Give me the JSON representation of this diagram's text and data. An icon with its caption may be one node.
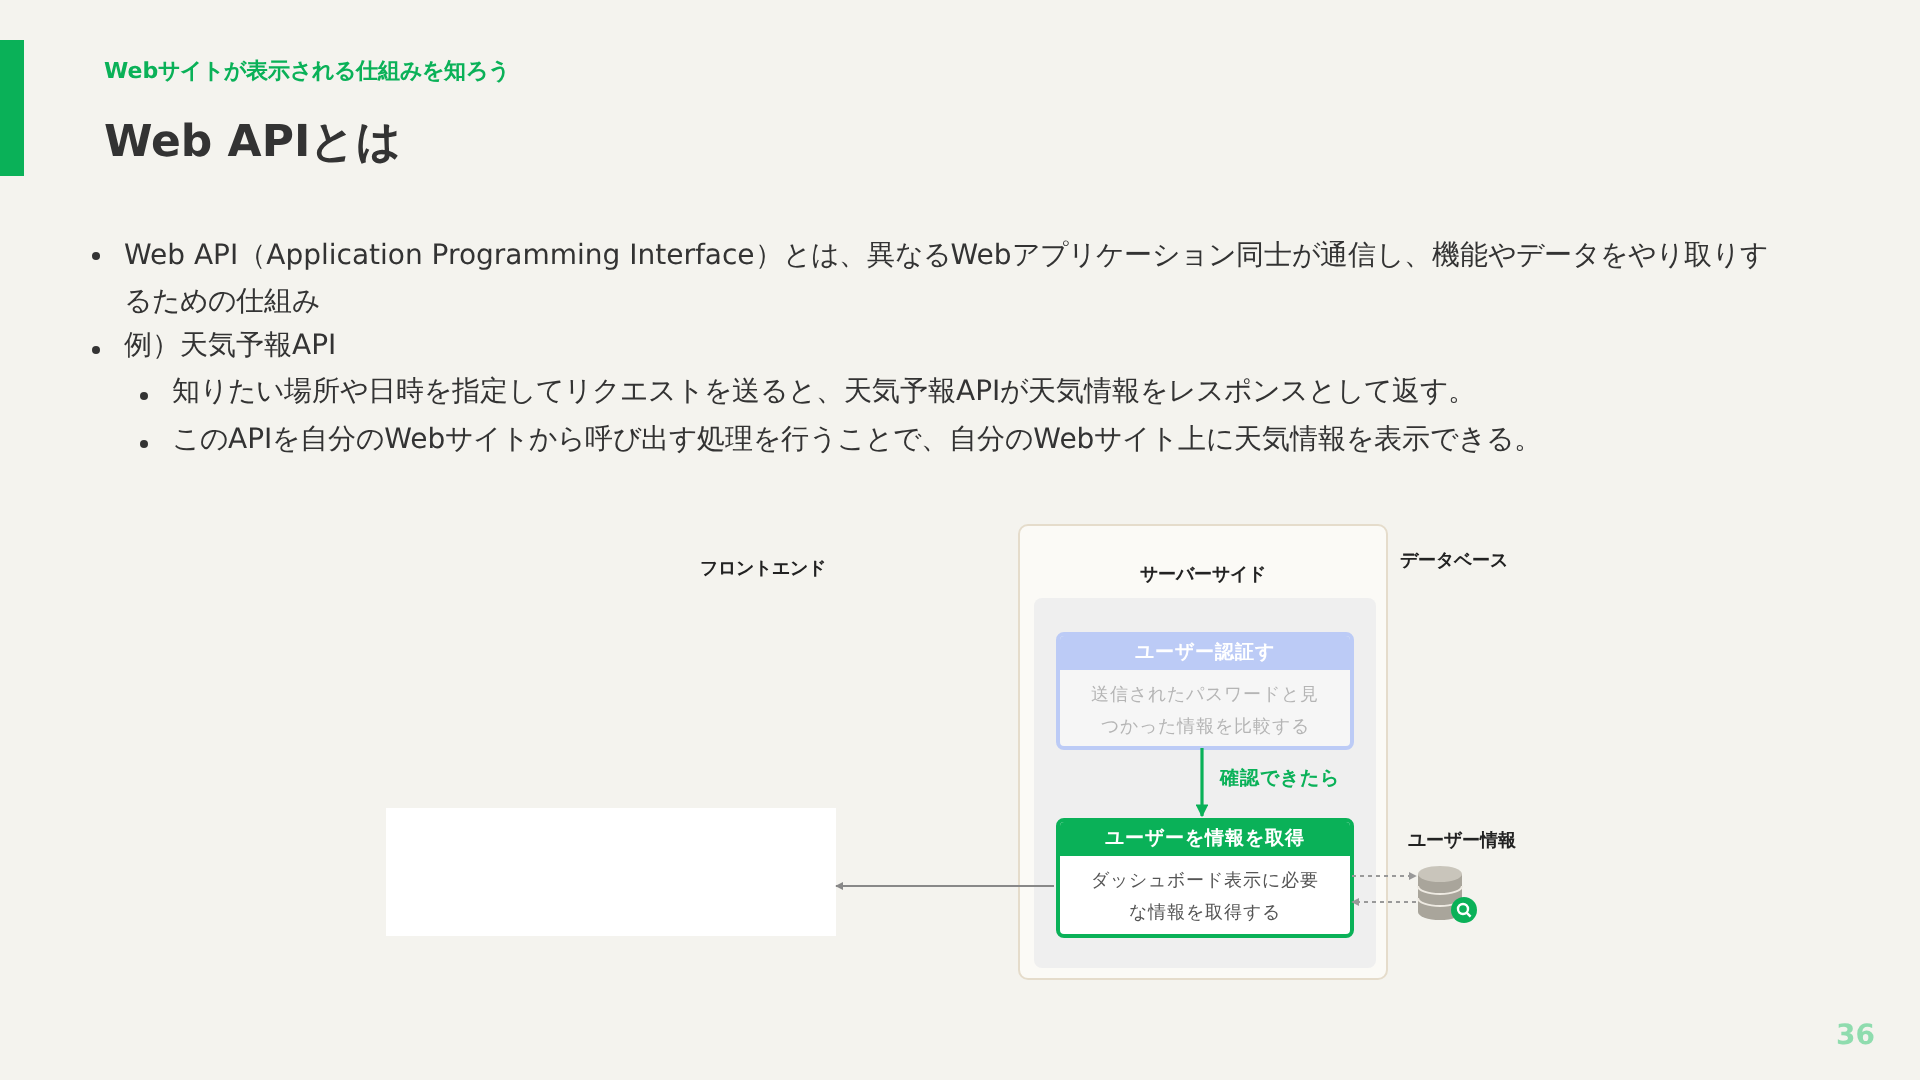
{
  "diagram": {
    "title": "Web APIとは",
    "nodes": [
      {
        "text": [
          "サーバーサイド"
        ]
      },
      {
        "text": [],
        "shape": "box",
        "in": 0
      },
      {
        "text": [
          "ユーザー認証す",
          "送信されたパスワードと見つかった情報を比較する"
        ],
        "in": 1
      },
      {
        "text": [
          "ユーザーを情報を取得",
          "ダッシュボード表示に必要な情報を取得する"
        ],
        "in": 1
      },
      {
        "text": [],
        "shape": "box"
      },
      {
        "text": [],
        "shape": "cylinder",
        "beside": [
          "ユーザー情報"
        ]
      }
    ],
    "edges": [
      {
        "from": 2,
        "to": 3,
        "arrow": "to",
        "label": "確認できたら",
        "color": "#0ab158"
      },
      {
        "from": 3,
        "to": 4,
        "arrow": "to"
      },
      {
        "from": 3,
        "to": 5,
        "arrow": "to",
        "style": "dashed"
      },
      {
        "from": 5,
        "to": 3,
        "arrow": "to",
        "style": "dashed"
      }
    ],
    "labels": [
      "Webサイトが表示される仕組みを知ろう",
      "Web API（Application Programming Interface）とは、異なるWebアプリケーション同士が通信し、機能やデータをやり取りするための仕組み",
      "例）天気予報API",
      "知りたい場所や日時を指定してリクエストを送ると、天気予報APIが天気情報をレスポンスとして返す。",
      "このAPIを自分のWebサイトから呼び出す処理を行うことで、自分のWebサイト上に天気情報を表示できる。",
      "フロントエンド",
      "データベース",
      "36"
    ]
  }
}
